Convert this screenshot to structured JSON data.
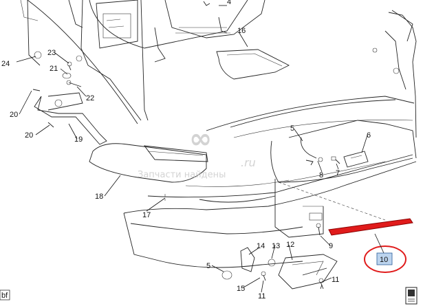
{
  "callouts": {
    "c4": "4",
    "c16": "16",
    "c24": "24",
    "c23": "23",
    "c21": "21",
    "c22": "22",
    "c20a": "20",
    "c20b": "20",
    "c19": "19",
    "c18": "18",
    "c17": "17",
    "c5a": "5",
    "c6": "6",
    "c8": "8",
    "c7": "7",
    "c9": "9",
    "c10": "10",
    "c14": "14",
    "c13": "13",
    "c12": "12",
    "c5b": "5",
    "c15": "15",
    "c11a": "11",
    "c11b": "11"
  },
  "watermark": {
    "text": "Запчасти найдены",
    "url_fragment": ".ru"
  },
  "corner_tag": "bf",
  "colors": {
    "highlight": "#e01b1b",
    "callout_fill": "#bcd4ee",
    "ink": "#222222"
  }
}
